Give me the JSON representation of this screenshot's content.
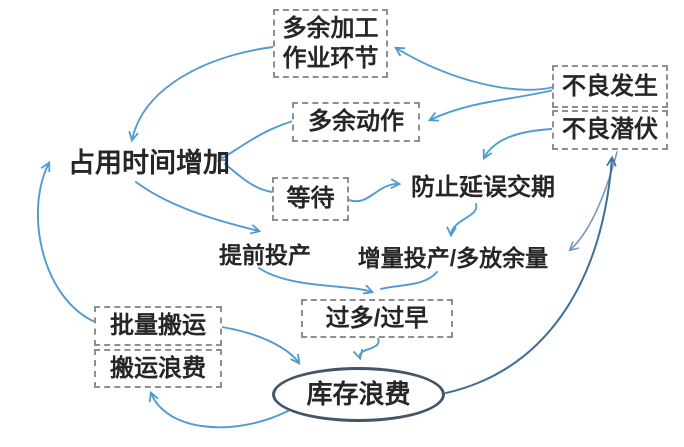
{
  "diagram": {
    "type": "causal-loop-diagram",
    "topic": "库存浪费",
    "colors": {
      "background": "#ffffff",
      "arrow": "#4f9bd1",
      "arrow_dark": "#3f6f9c",
      "arrow_muted": "#7b99b8",
      "box_border": "#8f8f8f",
      "ellipse_border": "#44546a",
      "text": "#262626"
    },
    "nodes": {
      "excess_processing_steps": {
        "label": "多余加工\n作业环节",
        "shape": "dashed-box"
      },
      "defect_occurrence": {
        "label": "不良发生",
        "shape": "dashed-box"
      },
      "defect_latent": {
        "label": "不良潜伏",
        "shape": "dashed-box"
      },
      "excess_motion": {
        "label": "多余动作",
        "shape": "dashed-box"
      },
      "occupied_time_increase": {
        "label": "占用时间增加",
        "shape": "plain-text"
      },
      "waiting": {
        "label": "等待",
        "shape": "dashed-box"
      },
      "prevent_delivery_delay": {
        "label": "防止延误交期",
        "shape": "plain-text"
      },
      "early_production": {
        "label": "提前投产",
        "shape": "plain-text"
      },
      "incremental_production": {
        "label": "增量投产/多放余量",
        "shape": "plain-text"
      },
      "too_much_too_early": {
        "label": "过多/过早",
        "shape": "dashed-box"
      },
      "batch_transport": {
        "label": "批量搬运",
        "shape": "dashed-box"
      },
      "transport_waste": {
        "label": "搬运浪费",
        "shape": "dashed-box"
      },
      "inventory_waste": {
        "label": "库存浪费",
        "shape": "ellipse"
      }
    },
    "edges": [
      {
        "from": "不良发生",
        "to": "多余加工作业环节"
      },
      {
        "from": "不良发生",
        "to": "多余动作"
      },
      {
        "from": "不良潜伏",
        "to": "防止延误交期"
      },
      {
        "from": "多余加工作业环节",
        "to": "占用时间增加"
      },
      {
        "from": "多余动作",
        "to": "占用时间增加"
      },
      {
        "from": "等待",
        "to": "占用时间增加"
      },
      {
        "from": "等待",
        "to": "防止延误交期"
      },
      {
        "from": "防止延误交期",
        "to": "增量投产/多放余量"
      },
      {
        "from": "不良潜伏",
        "to": "增量投产/多放余量"
      },
      {
        "from": "占用时间增加",
        "to": "提前投产"
      },
      {
        "from": "提前投产",
        "to": "过多/过早"
      },
      {
        "from": "增量投产/多放余量",
        "to": "过多/过早"
      },
      {
        "from": "过多/过早",
        "to": "库存浪费"
      },
      {
        "from": "批量搬运",
        "to": "库存浪费"
      },
      {
        "from": "库存浪费",
        "to": "搬运浪费"
      },
      {
        "from": "批量搬运",
        "to": "占用时间增加"
      },
      {
        "from": "库存浪费",
        "to": "不良潜伏"
      }
    ]
  }
}
